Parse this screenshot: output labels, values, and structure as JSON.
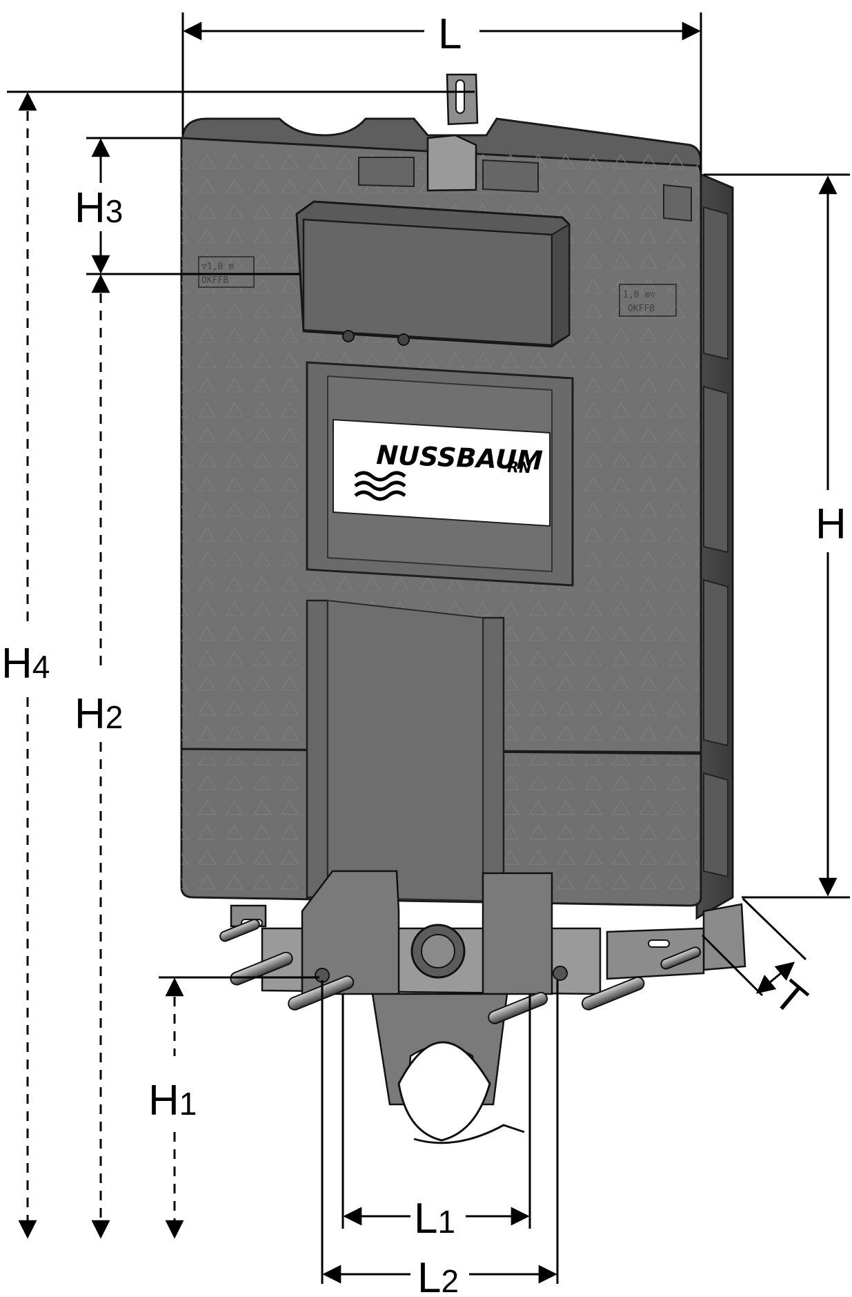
{
  "diagram": {
    "dimensions": {
      "L": {
        "main": "L",
        "sub": ""
      },
      "L1": {
        "main": "L",
        "sub": "1"
      },
      "L2": {
        "main": "L",
        "sub": "2"
      },
      "H": {
        "main": "H",
        "sub": ""
      },
      "H1": {
        "main": "H",
        "sub": "1"
      },
      "H2": {
        "main": "H",
        "sub": "2"
      },
      "H3": {
        "main": "H",
        "sub": "3"
      },
      "H4": {
        "main": "H",
        "sub": "4"
      },
      "T": {
        "main": "T",
        "sub": ""
      }
    },
    "level_marks": {
      "left": {
        "line1": "▽1,0 m",
        "line2": "OKFFB"
      },
      "right": {
        "line1": "1,0 m▽",
        "line2": "OKFFB"
      }
    },
    "logo": {
      "brand": "NUSSBAUM",
      "suffix": "RN"
    },
    "colors": {
      "body": "#6e6e6e",
      "outline": "#1a1a1a",
      "dimension": "#000000"
    }
  }
}
